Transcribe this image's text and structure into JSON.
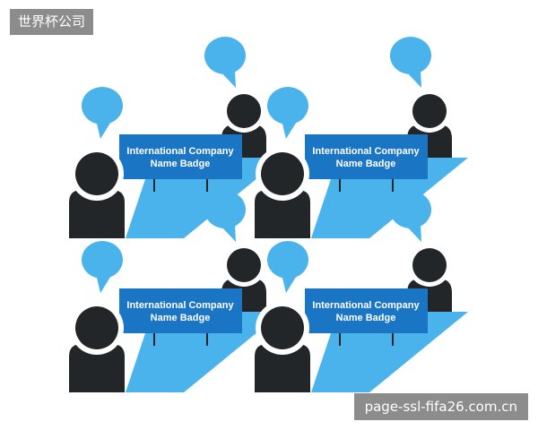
{
  "header": {
    "tag_text": "世界杯公司"
  },
  "footer": {
    "watermark_text": "page-ssl-fifa26.com.cn"
  },
  "scene": {
    "badge_line1": "International Company",
    "badge_line2": "Name Badge",
    "colors": {
      "speech_bubble": "#4ab3ec",
      "table": "#4ab3ec",
      "badge": "#1a76c4",
      "person": "#232628"
    }
  }
}
